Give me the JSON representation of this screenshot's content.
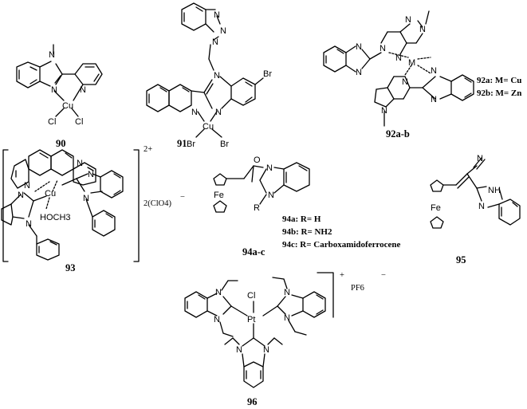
{
  "compounds": [
    {
      "id": "c90",
      "caption": "90",
      "atoms": [
        "N",
        "N",
        "N",
        "Cu",
        "Cl",
        "Cl"
      ]
    },
    {
      "id": "c91",
      "caption": "91",
      "atoms": [
        "N",
        "N",
        "N",
        "N",
        "N",
        "N",
        "Br",
        "Cu",
        "Br",
        "Br"
      ]
    },
    {
      "id": "c92",
      "caption": "92a-b",
      "atoms": [
        "N",
        "N",
        "N",
        "N",
        "N",
        "N",
        "M",
        "N",
        "N",
        "N",
        "N"
      ],
      "notes": [
        "92a: M= Cu",
        "92b: M= Zn"
      ]
    },
    {
      "id": "c93",
      "caption": "93",
      "atoms": [
        "N",
        "N",
        "Cu",
        "N",
        "N",
        "N",
        "N",
        "HOCH3"
      ],
      "charge": "2+",
      "counterion": "2(ClO4)",
      "counterion_charge": "−"
    },
    {
      "id": "c94",
      "caption": "94a-c",
      "atoms": [
        "O",
        "N",
        "Fe",
        "N",
        "R"
      ],
      "notes": [
        "94a: R= H",
        "94b: R= NH2",
        "94c: R= Carboxamidoferrocene"
      ]
    },
    {
      "id": "c95",
      "caption": "95",
      "atoms": [
        "N",
        "Fe",
        "NH",
        "N"
      ]
    },
    {
      "id": "c96",
      "caption": "96",
      "atoms": [
        "N",
        "N",
        "Cl",
        "N",
        "N",
        "Pt",
        "N",
        "N"
      ],
      "charge": "+",
      "counterion": "PF6",
      "counterion_charge": "−"
    }
  ]
}
